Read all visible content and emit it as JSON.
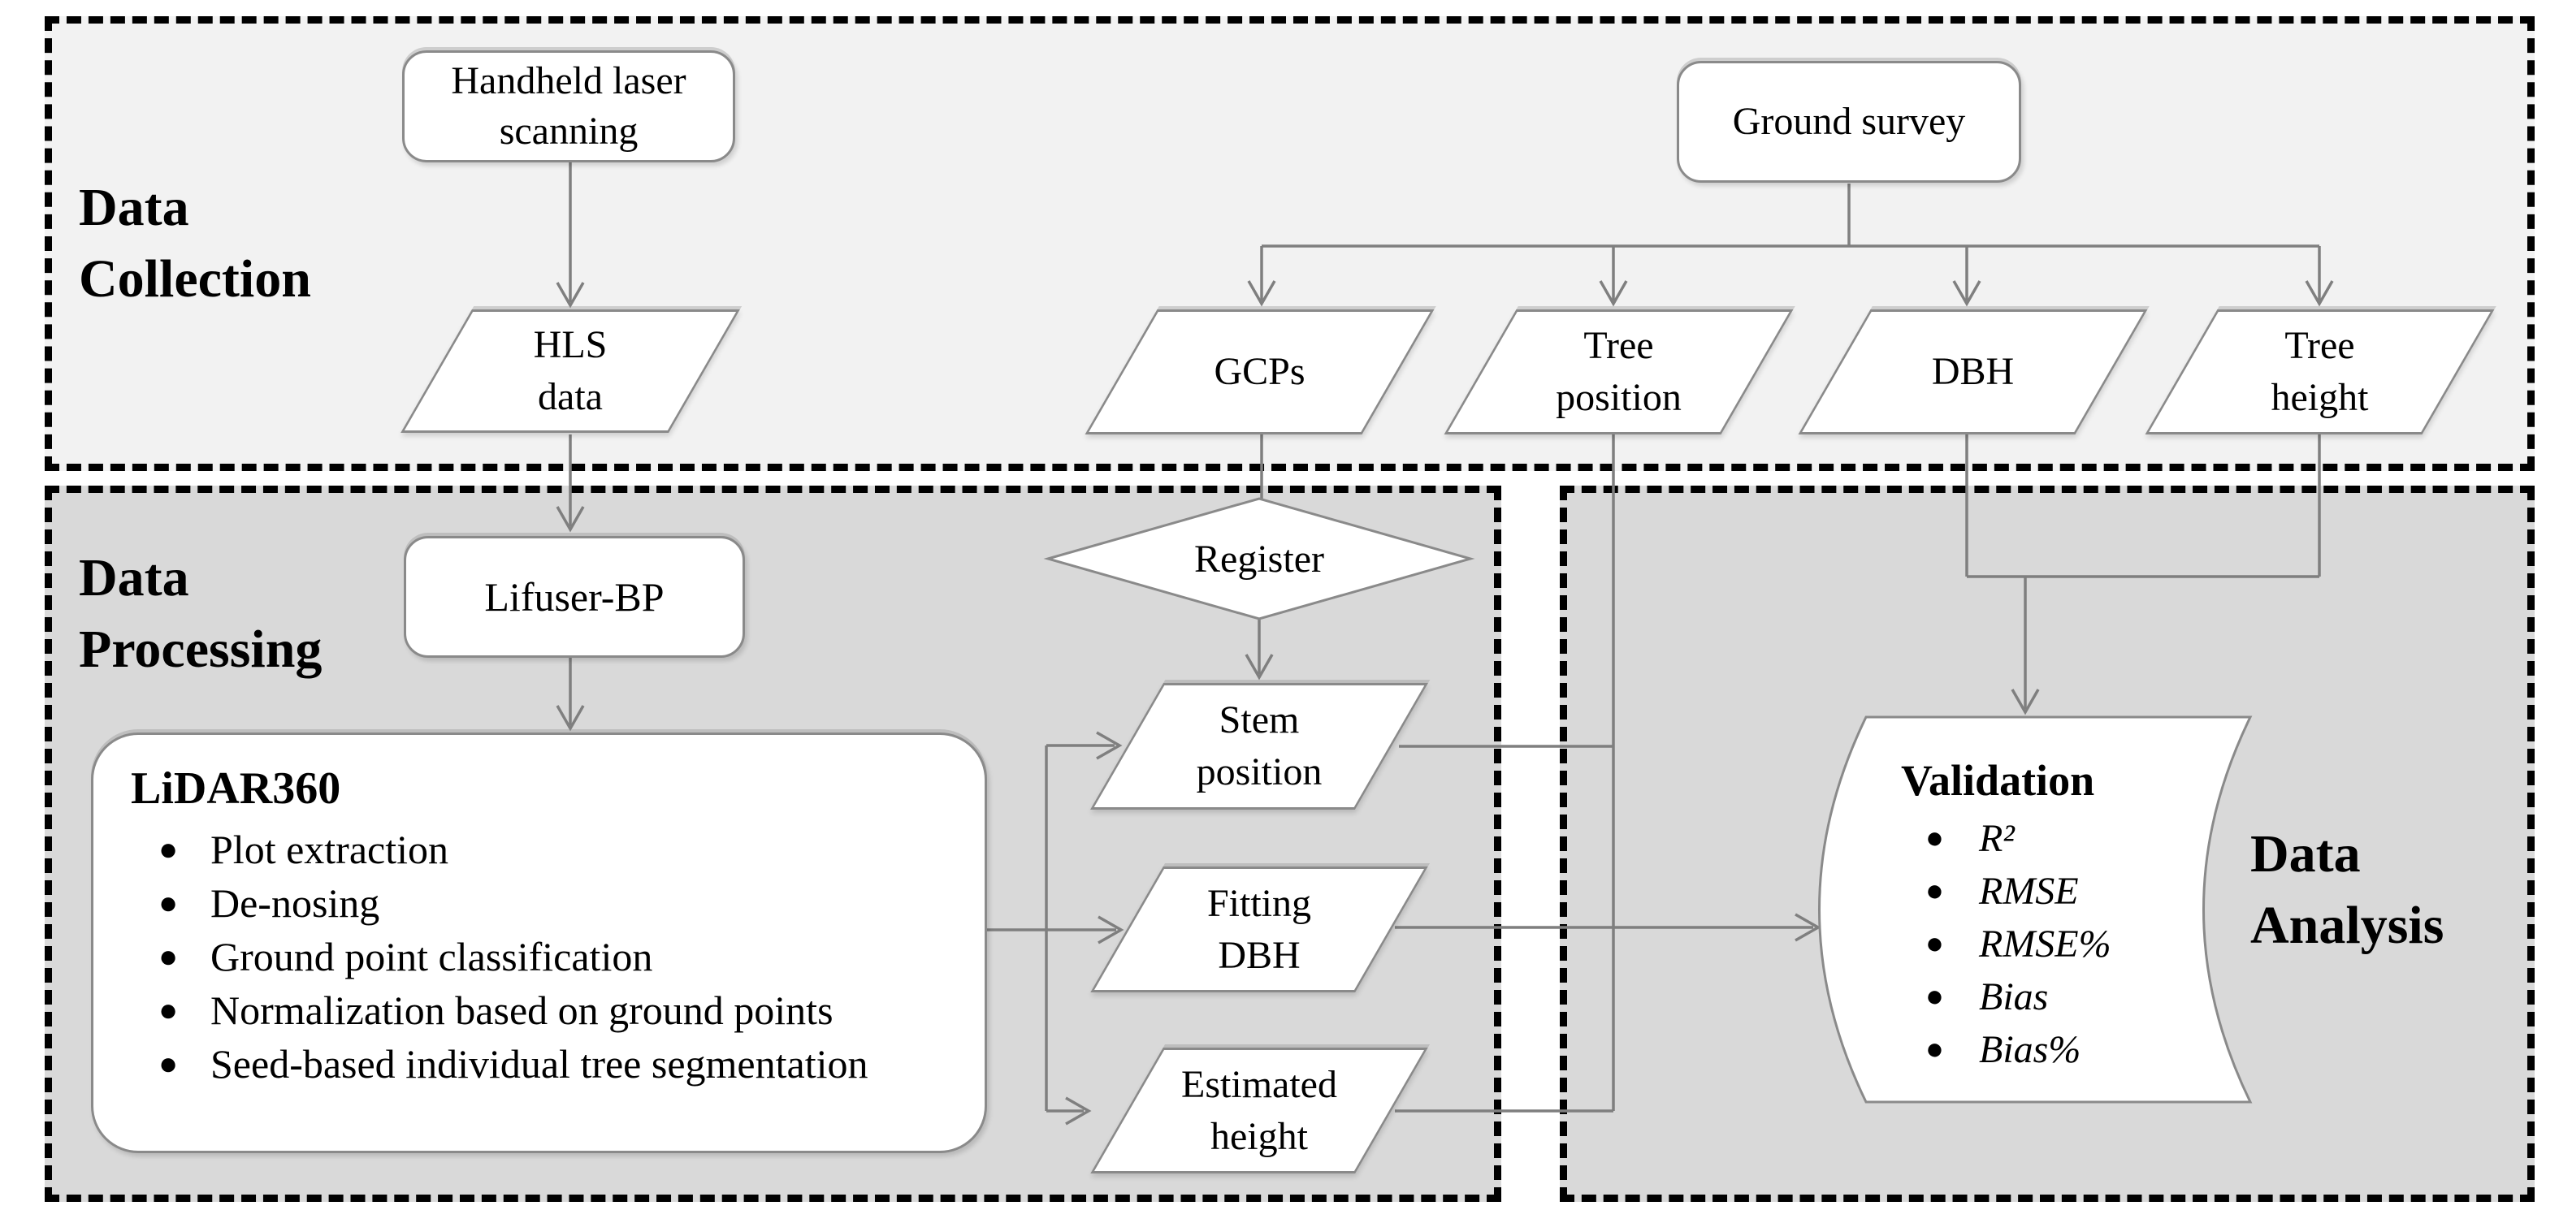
{
  "figure": {
    "type": "flowchart",
    "description": "Workflow diagram: data collection, data processing and data analysis for handheld laser scanning forest survey"
  },
  "sections": {
    "collection": {
      "line1": "Data",
      "line2": "Collection"
    },
    "processing": {
      "line1": "Data",
      "line2": "Processing"
    },
    "analysis": {
      "line1": "Data",
      "line2": "Analysis"
    }
  },
  "nodes": {
    "handheld": {
      "line1": "Handheld laser",
      "line2": "scanning"
    },
    "hls": {
      "line1": "HLS",
      "line2": "data"
    },
    "ground_survey": {
      "label": "Ground survey"
    },
    "gcps": {
      "label": "GCPs"
    },
    "tree_position": {
      "line1": "Tree",
      "line2": "position"
    },
    "dbh": {
      "label": "DBH"
    },
    "tree_height": {
      "line1": "Tree",
      "line2": "height"
    },
    "register": {
      "label": "Register"
    },
    "lifuser": {
      "label": "Lifuser-BP"
    },
    "lidar360": {
      "title": "LiDAR360",
      "bullets": [
        "Plot extraction",
        "De-nosing",
        "Ground point classification",
        "Normalization based on ground points",
        "Seed-based individual tree segmentation"
      ]
    },
    "stem_position": {
      "line1": "Stem",
      "line2": "position"
    },
    "fitting_dbh": {
      "line1": "Fitting",
      "line2": "DBH"
    },
    "estimated_height": {
      "line1": "Estimated",
      "line2": "height"
    },
    "validation": {
      "title": "Validation",
      "bullets": [
        "R²",
        "RMSE",
        "RMSE%",
        "Bias",
        "Bias%"
      ]
    }
  },
  "colors": {
    "collection_bg": "#f2f2f2",
    "processing_bg": "#d9d9d9",
    "analysis_bg": "#d9d9d9",
    "shape_fill": "#ffffff",
    "shape_border": "#8a8a8a",
    "connector": "#7f7f7f",
    "dashed_border": "#000000",
    "text": "#000000"
  }
}
